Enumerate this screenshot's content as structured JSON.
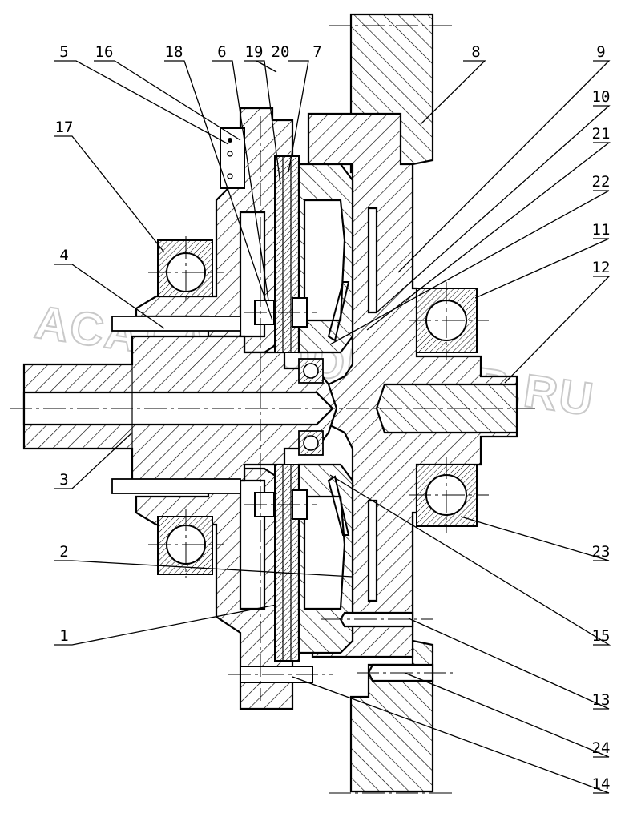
{
  "watermark": "ACAT.AUTODEALER.RU",
  "callouts": [
    {
      "id": "p1",
      "label": "1"
    },
    {
      "id": "p2",
      "label": "2"
    },
    {
      "id": "p3",
      "label": "3"
    },
    {
      "id": "p4",
      "label": "4"
    },
    {
      "id": "p5",
      "label": "5"
    },
    {
      "id": "p6",
      "label": "6"
    },
    {
      "id": "p7",
      "label": "7"
    },
    {
      "id": "p8",
      "label": "8"
    },
    {
      "id": "p9",
      "label": "9"
    },
    {
      "id": "p10",
      "label": "10"
    },
    {
      "id": "p11",
      "label": "11"
    },
    {
      "id": "p12",
      "label": "12"
    },
    {
      "id": "p13",
      "label": "13"
    },
    {
      "id": "p14",
      "label": "14"
    },
    {
      "id": "p15",
      "label": "15"
    },
    {
      "id": "p16",
      "label": "16"
    },
    {
      "id": "p17",
      "label": "17"
    },
    {
      "id": "p18",
      "label": "18"
    },
    {
      "id": "p19",
      "label": "19"
    },
    {
      "id": "p20",
      "label": "20"
    },
    {
      "id": "p21",
      "label": "21"
    },
    {
      "id": "p22",
      "label": "22"
    },
    {
      "id": "p23",
      "label": "23"
    },
    {
      "id": "p24",
      "label": "24"
    }
  ]
}
